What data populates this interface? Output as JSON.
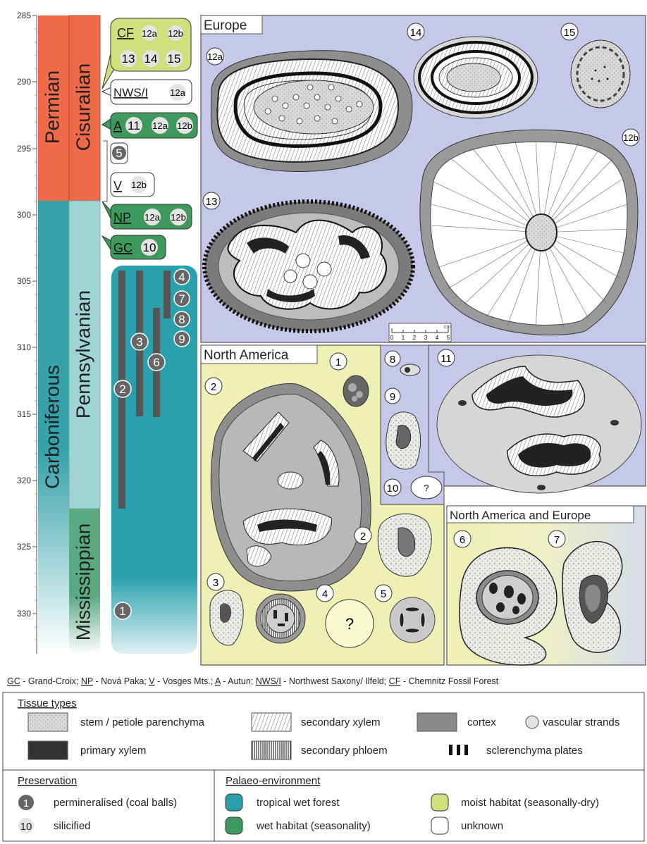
{
  "timescale": {
    "ticks": [
      "285",
      "290",
      "295",
      "300",
      "305",
      "310",
      "315",
      "320",
      "325",
      "330"
    ],
    "periods": [
      "Permian",
      "Carboniferous"
    ],
    "epochs": [
      "Cisuralian",
      "Pennsylvanian",
      "Mississippian"
    ]
  },
  "localities": {
    "cf": {
      "abbr": "CF",
      "specimens": [
        "12a",
        "12b",
        "13",
        "14",
        "15"
      ]
    },
    "nws": {
      "abbr": "NWS/I",
      "specimens": [
        "12a"
      ]
    },
    "a": {
      "abbr": "A",
      "specimens": [
        "11",
        "12a",
        "12b"
      ]
    },
    "five": {
      "label": "5"
    },
    "v": {
      "abbr": "V",
      "specimens": [
        "12b"
      ]
    },
    "np": {
      "abbr": "NP",
      "specimens": [
        "12a",
        "12b"
      ]
    },
    "gc": {
      "abbr": "GC",
      "specimens": [
        "10"
      ]
    }
  },
  "range_labels": [
    "4",
    "7",
    "8",
    "9",
    "3",
    "6",
    "2",
    "1"
  ],
  "panels": {
    "europe": {
      "title": "Europe",
      "specimens": [
        "12a",
        "14",
        "15",
        "12b",
        "13",
        "11"
      ],
      "scale_label": "cm",
      "scale_ticks": [
        "0",
        "1",
        "2",
        "3",
        "4",
        "5"
      ]
    },
    "north_america": {
      "title": "North America",
      "specimens": [
        "1",
        "2",
        "8",
        "9",
        "10",
        "2",
        "3",
        "4",
        "5"
      ],
      "unknown_mark": "?"
    },
    "na_europe": {
      "title": "North America and Europe",
      "specimens": [
        "6",
        "7"
      ]
    }
  },
  "footnote": {
    "items": [
      {
        "abbr": "GC",
        "name": " - Grand-Croix; "
      },
      {
        "abbr": "NP",
        "name": " - Nová Paka; "
      },
      {
        "abbr": "V",
        "name": " - Vosges Mts.; "
      },
      {
        "abbr": "A",
        "name": " - Autun; "
      },
      {
        "abbr": "NWS/I",
        "name": " - Northwest Saxony/ Ilfeld; "
      },
      {
        "abbr": "CF",
        "name": " - Chemnitz Fossil Forest"
      }
    ]
  },
  "legend": {
    "tissue_title": "Tissue types",
    "tissues": [
      "stem / petiole parenchyma",
      "secondary xylem",
      "cortex",
      "vascular strands",
      "primary xylem",
      "secondary phloem",
      "sclerenchyma plates"
    ],
    "preservation_title": "Preservation",
    "preservation": [
      {
        "badge": "1",
        "label": "permineralised (coal balls)"
      },
      {
        "badge": "10",
        "label": "silicified"
      }
    ],
    "env_title": "Palaeo-environment",
    "environments": [
      {
        "label": "tropical wet forest",
        "color": "#2a9faa"
      },
      {
        "label": "wet habitat (seasonality)",
        "color": "#3e9a5c"
      },
      {
        "label": "moist habitat (seasonally-dry)",
        "color": "#cfe07c"
      },
      {
        "label": "unknown",
        "color": "#ffffff"
      }
    ]
  },
  "colors": {
    "permian": "#ef6a48",
    "carboniferous": "#35a2aa",
    "pennsylvanian_epoch": "#9fd3d4",
    "mississippian_epoch": "#5aaa83",
    "europe_bg": "#c5c8e8",
    "north_america_bg": "#eef0b4"
  }
}
